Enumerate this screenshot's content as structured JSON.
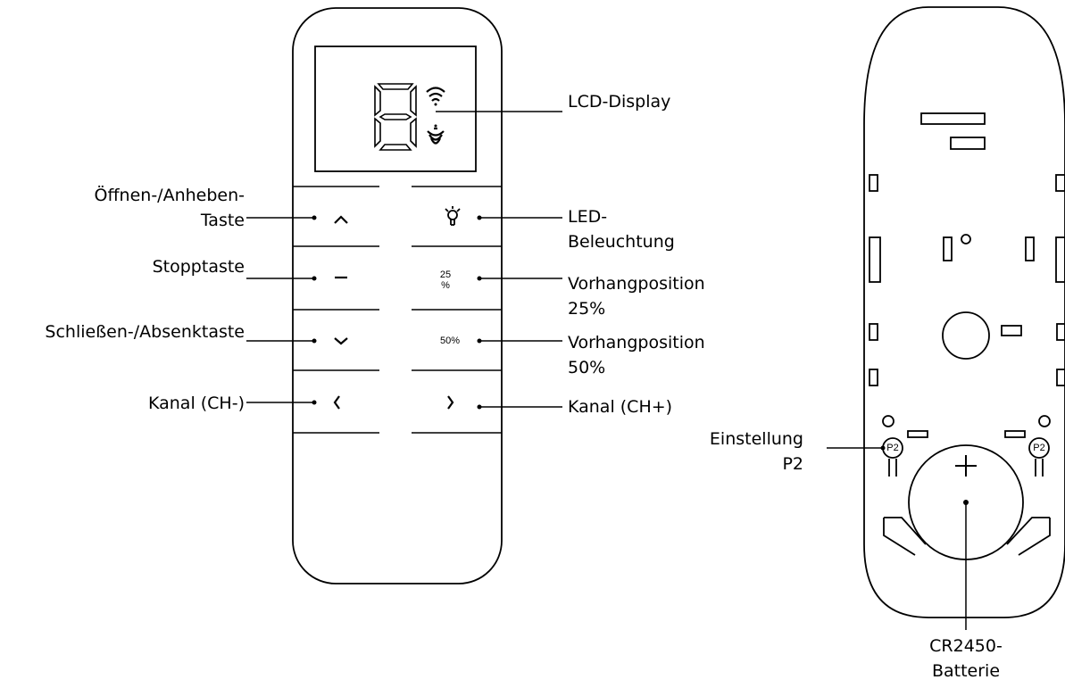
{
  "labels": {
    "lcd_display": "LCD-Display",
    "open_raise_key": "Öffnen-/Anheben-\nTaste",
    "stop_key": "Stopptaste",
    "close_lower_key": "Schließen-/Absenktaste",
    "channel_minus": "Kanal (CH-)",
    "led_lighting": "LED-\nBeleuchtung",
    "position_25": "Vorhangposition\n25%",
    "position_50": "Vorhangposition\n50%",
    "channel_plus": "Kanal (CH+)",
    "setting_p2": "Einstellung\nP2",
    "battery": "CR2450-\nBatterie"
  },
  "buttons": {
    "pos25": "25\n%",
    "pos50": "50%"
  },
  "back": {
    "p2_left": "P2",
    "p2_right": "P2"
  }
}
